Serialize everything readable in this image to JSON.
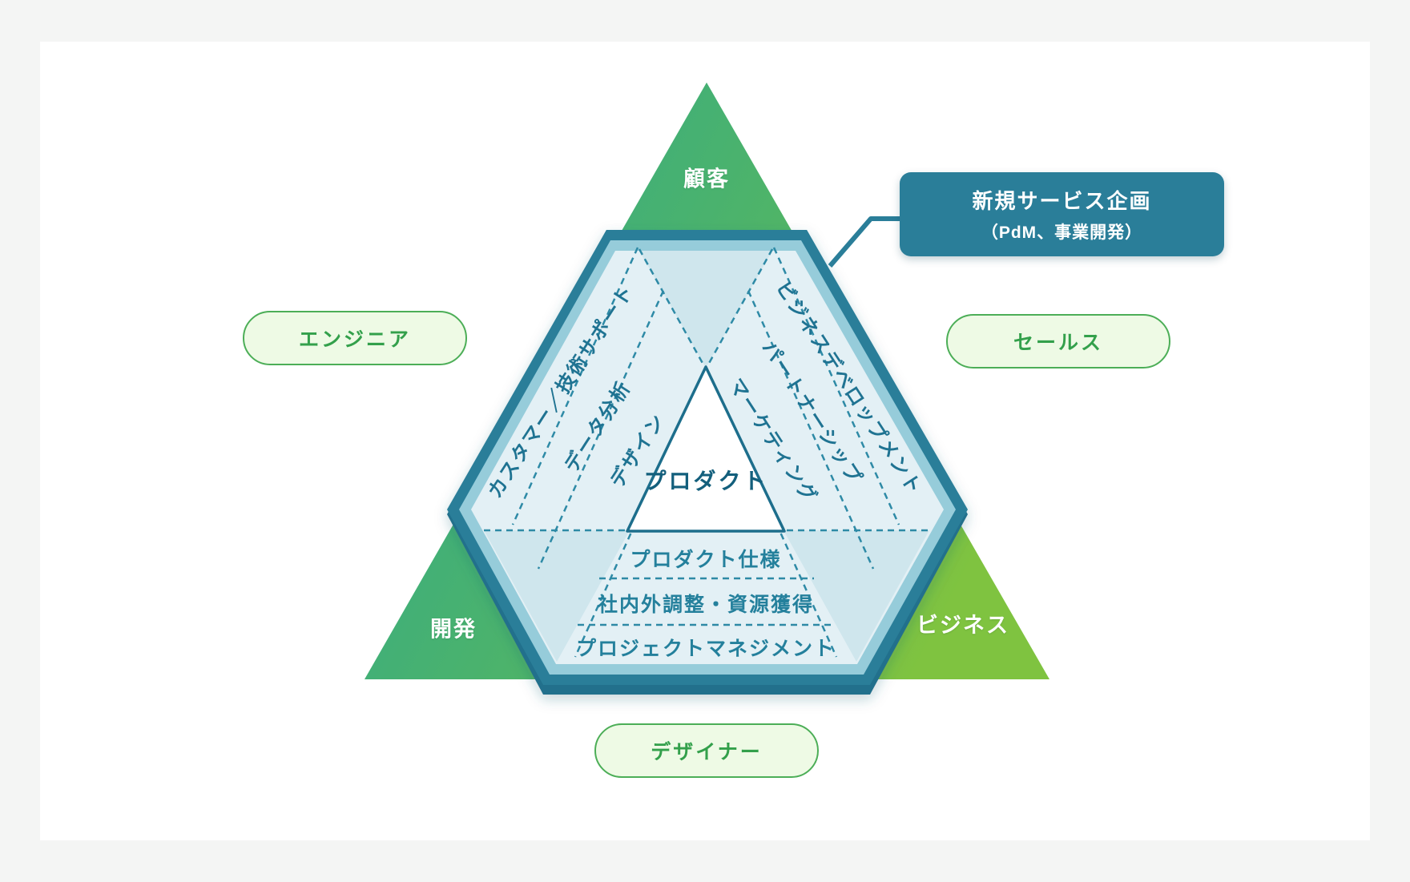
{
  "colors": {
    "page_bg": "#f4f5f4",
    "card_bg": "#ffffff",
    "triangle_gradient_start": "#2fa98c",
    "triangle_gradient_end": "#7fc340",
    "hex_border": "#2a7e99",
    "hex_border_dark": "#20708c",
    "hex_inner_band": "#96ccda",
    "hex_fill": "#e3f0f5",
    "hex_fill_dark": "#cfe6ed",
    "dashed_line": "#2e8aa6",
    "skill_text": "#1f7392",
    "pill_bg": "#eefae5",
    "pill_border": "#4cae57",
    "pill_text": "#33a04b",
    "callout_bg": "#2a7e99",
    "white_text": "#ffffff"
  },
  "outer_labels": {
    "top": "顧客",
    "bottom_left": "開発",
    "bottom_right": "ビジネス"
  },
  "role_pills": {
    "engineer": "エンジニア",
    "sales": "セールス",
    "designer": "デザイナー"
  },
  "callout": {
    "title": "新規サービス企画",
    "subtitle": "（PdM、事業開発）"
  },
  "hexagon": {
    "center": "プロダクト",
    "left_skills": [
      "カスタマー／技術サポート",
      "データ分析",
      "デザイン"
    ],
    "right_skills": [
      "ビジネスデベロップメント",
      "パートナーシップ",
      "マーケティング"
    ],
    "bottom_rows": [
      "プロダクト仕様",
      "社内外調整・資源獲得",
      "プロジェクトマネジメント"
    ]
  }
}
